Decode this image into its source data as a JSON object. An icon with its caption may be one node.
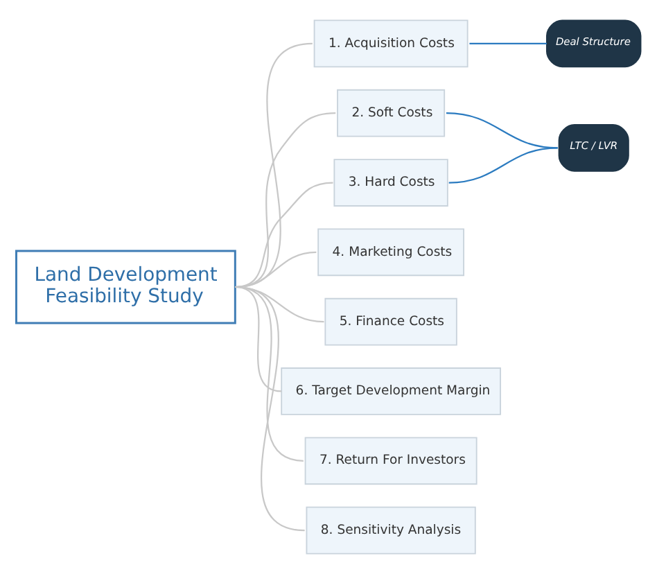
{
  "diagram": {
    "nodes": [
      {
        "text": [
          "Land Development Feasibility Study"
        ]
      },
      {
        "text": [
          "1. Acquisition Costs"
        ]
      },
      {
        "text": [
          "2. Soft Costs"
        ]
      },
      {
        "text": [
          "3. Hard Costs"
        ]
      },
      {
        "text": [
          "4. Marketing Costs"
        ]
      },
      {
        "text": [
          "5. Finance Costs"
        ]
      },
      {
        "text": [
          "6. Target Development Margin"
        ]
      },
      {
        "text": [
          "7. Return For Investors"
        ]
      },
      {
        "text": [
          "8. Sensitivity Analysis"
        ]
      },
      {
        "text": [
          "Deal Structure"
        ]
      },
      {
        "text": [
          "LTC / LVR"
        ]
      }
    ],
    "edges": [
      {
        "from": 0,
        "to": 1,
        "arrow": "none"
      },
      {
        "from": 0,
        "to": 2,
        "arrow": "none"
      },
      {
        "from": 0,
        "to": 3,
        "arrow": "none"
      },
      {
        "from": 0,
        "to": 4,
        "arrow": "none"
      },
      {
        "from": 0,
        "to": 5,
        "arrow": "none"
      },
      {
        "from": 0,
        "to": 6,
        "arrow": "none"
      },
      {
        "from": 0,
        "to": 7,
        "arrow": "none"
      },
      {
        "from": 0,
        "to": 8,
        "arrow": "none"
      },
      {
        "from": 1,
        "to": 9,
        "arrow": "none",
        "color": "#2b7bc0"
      },
      {
        "from": 2,
        "to": 10,
        "arrow": "none",
        "color": "#2b7bc0"
      },
      {
        "from": 3,
        "to": 10,
        "arrow": "none",
        "color": "#2b7bc0"
      }
    ]
  }
}
